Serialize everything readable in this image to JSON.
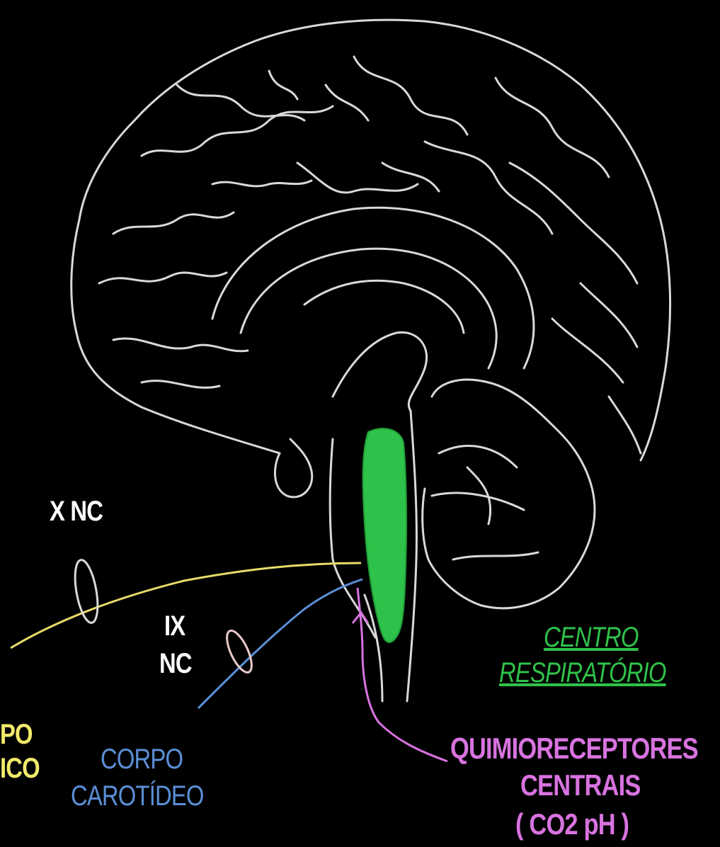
{
  "labels": {
    "x_nc": "X NC",
    "ix_nc_line1": "IX",
    "ix_nc_line2": "NC",
    "aortic_line1": "PO",
    "aortic_line2": "ICO",
    "carotid_line1": "CORPO",
    "carotid_line2": "CAROTÍDEO",
    "resp_center_line1": "CENTRO",
    "resp_center_line2": "RESPIRATÓRIO",
    "chemo_line1": "QUIMIORECEPTORES",
    "chemo_line2": "CENTRAIS",
    "chemo_line3": "( CO2   pH )"
  },
  "colors": {
    "background": "#000000",
    "brain_outline": "#d9d9d9",
    "vagus_nerve": "#e8dc6a",
    "glossopharyngeal_nerve": "#5b8fd6",
    "chemoreceptor_path": "#d873e0",
    "respiratory_center": "#2fc24a"
  }
}
